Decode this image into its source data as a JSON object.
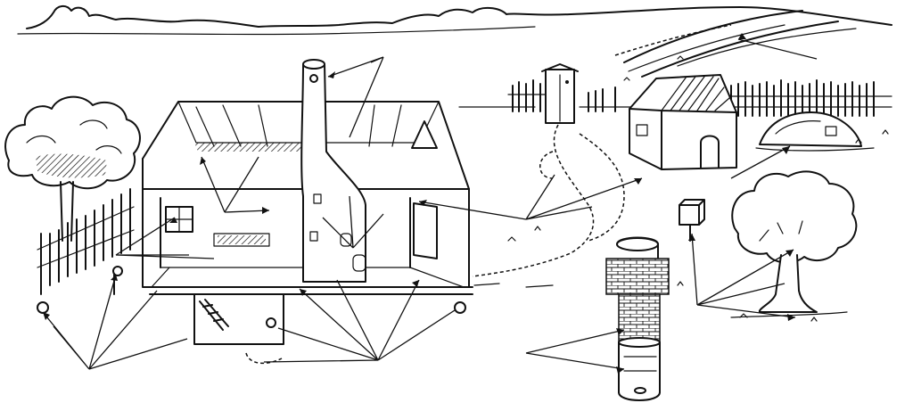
{
  "diagram": {
    "style": "black ink line drawing",
    "ink_color": "#111111",
    "background_color": "#ffffff",
    "elements": [
      "horizon-hills",
      "road",
      "picket-fence",
      "outhouse",
      "shed",
      "root-cellar-mound",
      "house-cutaway",
      "chimney",
      "cellar",
      "well-cutaway",
      "left-tree",
      "right-tree",
      "mailbox",
      "paths",
      "pointer-lines"
    ]
  }
}
